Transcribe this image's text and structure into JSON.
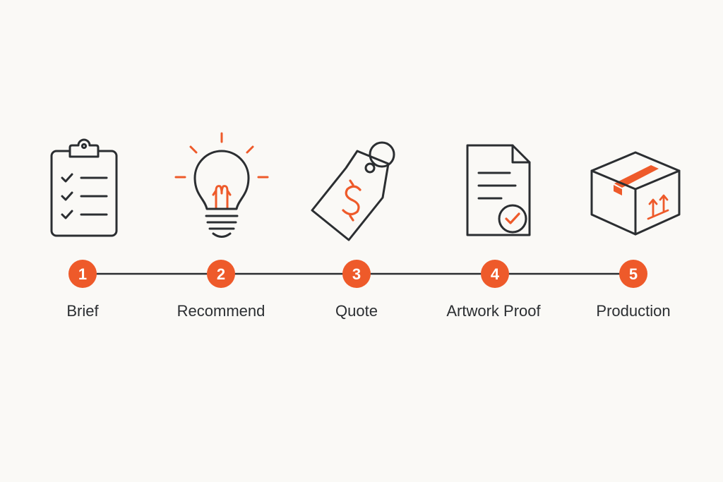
{
  "colors": {
    "accent": "#ee5a2a",
    "ink": "#2b2e31",
    "background": "#faf9f6"
  },
  "steps": [
    {
      "number": "1",
      "label": "Brief",
      "icon": "clipboard-checklist-icon"
    },
    {
      "number": "2",
      "label": "Recommend",
      "icon": "lightbulb-icon"
    },
    {
      "number": "3",
      "label": "Quote",
      "icon": "price-tag-icon"
    },
    {
      "number": "4",
      "label": "Artwork Proof",
      "icon": "document-check-icon"
    },
    {
      "number": "5",
      "label": "Production",
      "icon": "package-box-icon"
    }
  ]
}
